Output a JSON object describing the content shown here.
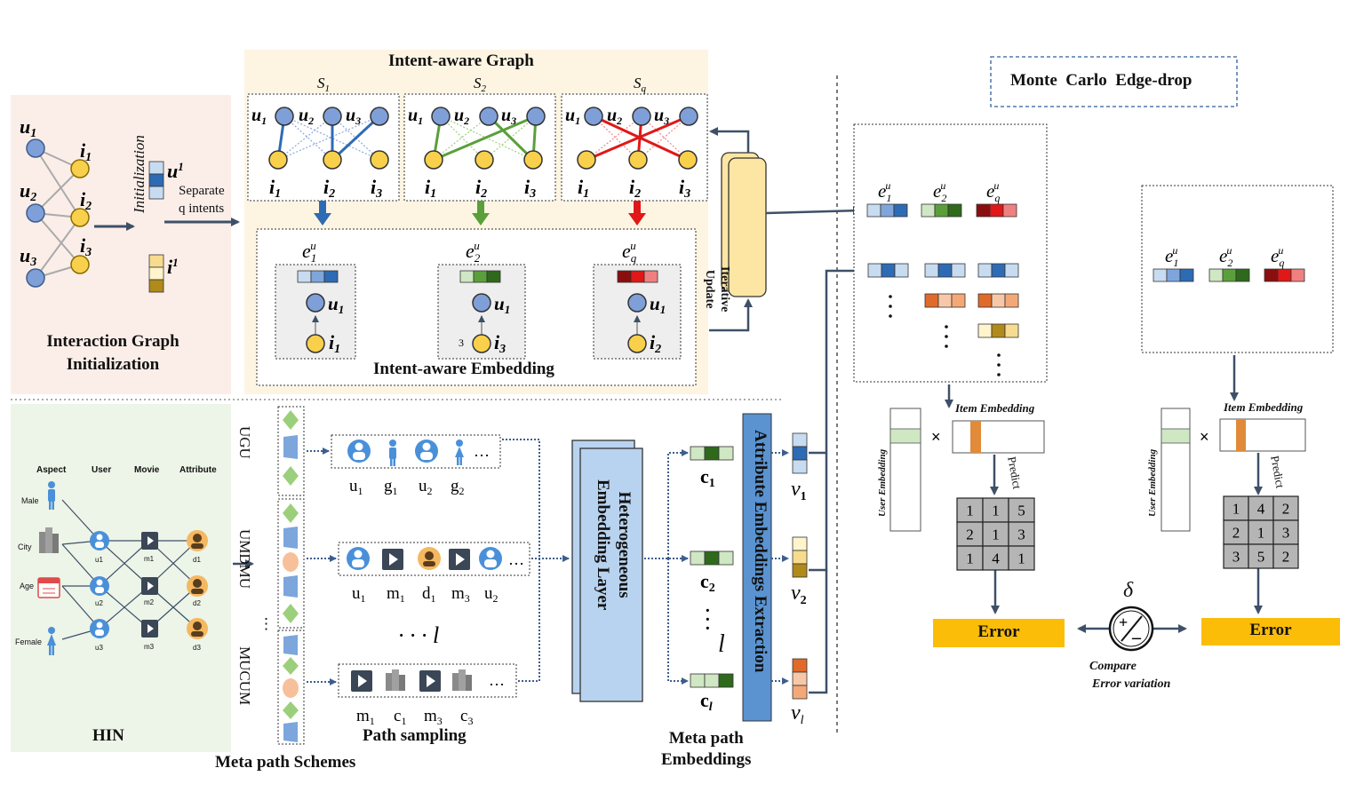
{
  "sections": {
    "interaction_init": {
      "title_line1": "Interaction Graph",
      "title_line2": "Initialization"
    },
    "intent_graph": {
      "title": "Intent-aware Graph"
    },
    "intent_embedding": {
      "title": "Intent-aware Embedding"
    },
    "hin": {
      "title": "HIN"
    },
    "meta_path_schemes": {
      "title": "Meta path Schemes"
    },
    "path_sampling": {
      "title": "Path sampling"
    },
    "meta_path_embeddings": {
      "title_line1": "Meta path",
      "title_line2": "Embeddings"
    },
    "monte_carlo": {
      "title": "Monte  Carlo  Edge-drop"
    }
  },
  "labels": {
    "initialization": "Initialization",
    "separate_line1": "Separate",
    "separate_line2": "q intents",
    "iterative_line1": "Iterative",
    "iterative_line2": "Update",
    "heterogeneous_line1": "Heterogeneous",
    "heterogeneous_line2": "Embedding Layer",
    "attribute_extraction": "Attribute Embeddings Extraction",
    "user_embedding": "User Embedding",
    "item_embedding": "Item Embedding",
    "predict": "Predict",
    "error": "Error",
    "compare_line1": "Compare",
    "compare_line2": "Error variation",
    "delta": "δ",
    "l": "l",
    "dots_l": "· · · l",
    "three": "3"
  },
  "hin": {
    "headers": [
      "Aspect",
      "User",
      "Movie",
      "Attribute"
    ],
    "aspects": [
      "Male",
      "City",
      "Age",
      "Female"
    ],
    "users": [
      "u1",
      "u2",
      "u3"
    ],
    "movies": [
      "m1",
      "m2",
      "m3"
    ],
    "attributes": [
      "d1",
      "d2",
      "d3"
    ]
  },
  "schemes": [
    "UGU",
    "UMDMU",
    "MUCUM"
  ],
  "matrices": {
    "left": [
      [
        "1",
        "1",
        "5"
      ],
      [
        "2",
        "1",
        "3"
      ],
      [
        "1",
        "4",
        "1"
      ]
    ],
    "right": [
      [
        "1",
        "4",
        "2"
      ],
      [
        "2",
        "1",
        "3"
      ],
      [
        "3",
        "5",
        "2"
      ]
    ]
  },
  "colors": {
    "user_node": "#7f9fd8",
    "item_node": "#f9d04c",
    "error_box": "#fbbd08",
    "blue_intent": "#2e6bb5",
    "green_intent": "#4a8b2c",
    "red_intent": "#d42020",
    "attr_bar": "#5a93d0",
    "hetero_layer": "#b8d3ef"
  }
}
